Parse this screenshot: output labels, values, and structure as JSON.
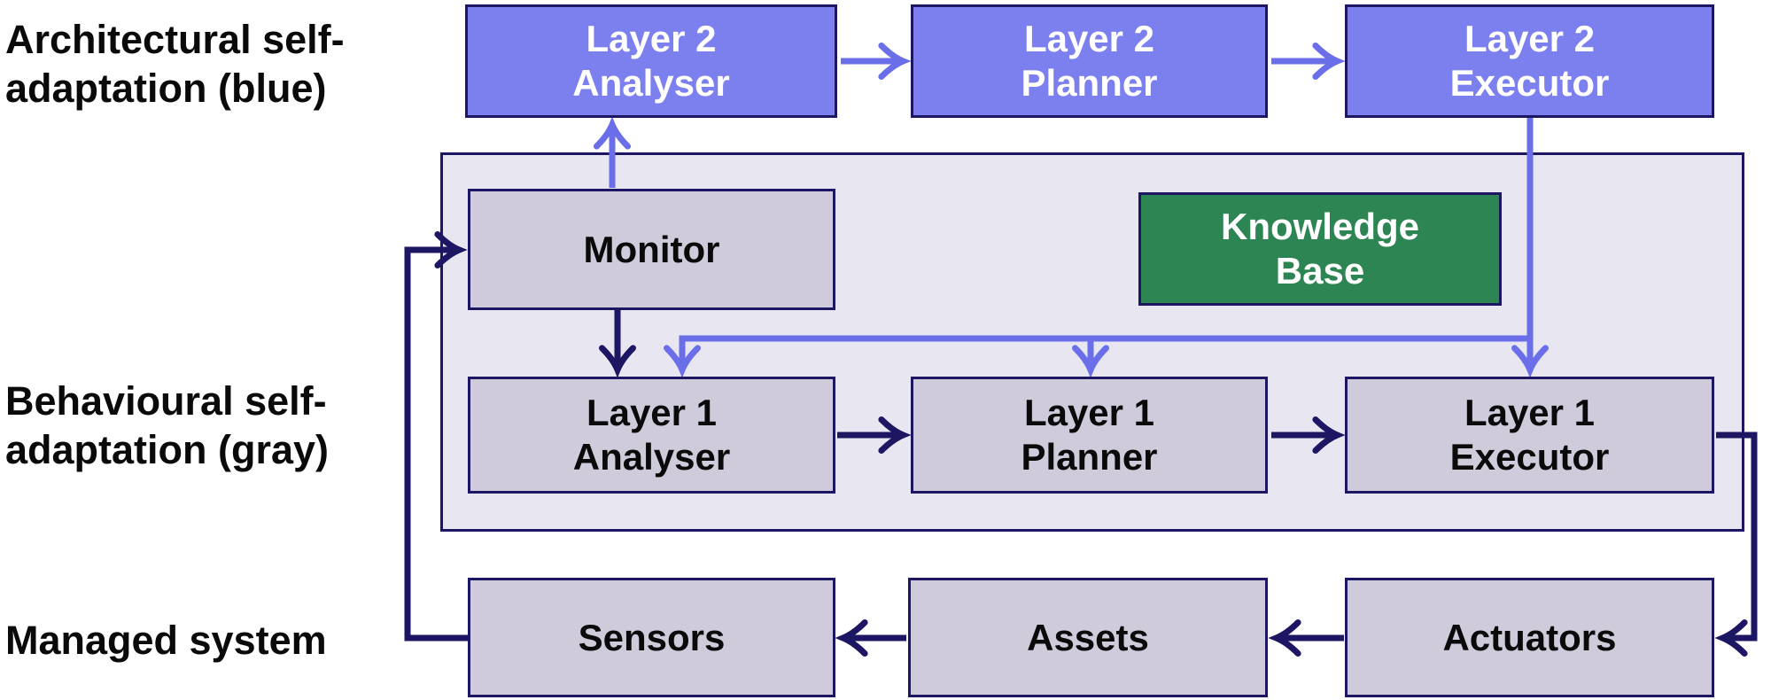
{
  "labels": {
    "architectural": "Architectural self-\nadaptation (blue)",
    "behavioural": "Behavioural self-\nadaptation (gray)",
    "managed": "Managed system"
  },
  "layer2": {
    "analyser": "Layer 2\nAnalyser",
    "planner": "Layer 2\nPlanner",
    "executor": "Layer 2\nExecutor"
  },
  "middle": {
    "monitor": "Monitor",
    "knowledge_base": "Knowledge\nBase"
  },
  "layer1": {
    "analyser": "Layer 1\nAnalyser",
    "planner": "Layer 1\nPlanner",
    "executor": "Layer 1\nExecutor"
  },
  "managed_system": {
    "sensors": "Sensors",
    "assets": "Assets",
    "actuators": "Actuators"
  },
  "colors": {
    "blue_box_fill": "#7c80ee",
    "blue_arrow": "#6a6ee9",
    "dark_navy": "#1d1663",
    "gray_box_fill": "#cfcbdb",
    "container_fill": "#e8e6f0",
    "green_fill": "#2e8554",
    "white_text": "#ffffff",
    "black_text": "#0a0a0a"
  }
}
